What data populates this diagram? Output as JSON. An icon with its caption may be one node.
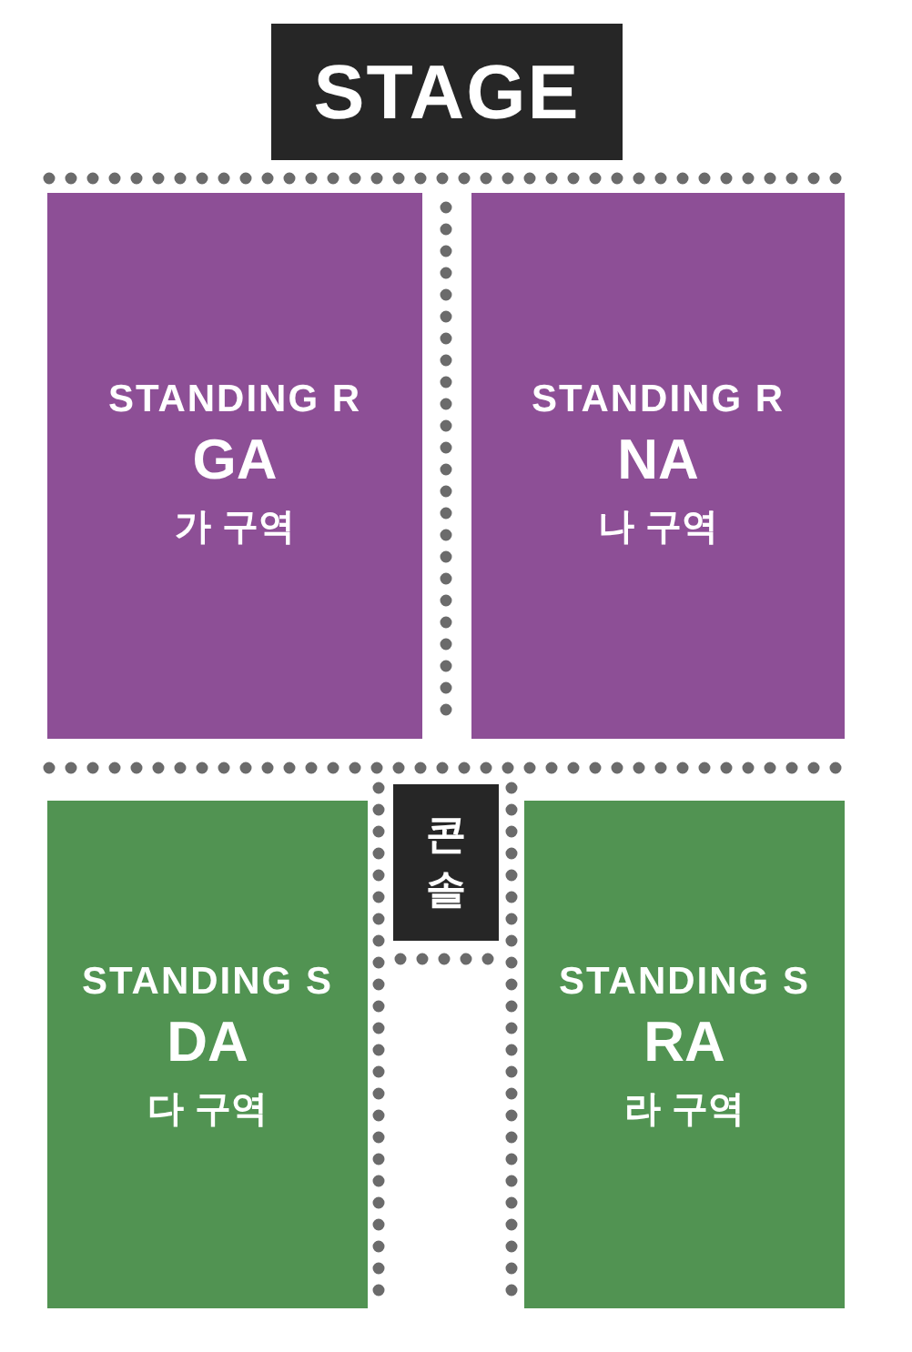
{
  "diagram": {
    "nodes": [
      {
        "text": [
          "STAGE"
        ]
      },
      {
        "text": [
          "STANDING R",
          "GA",
          "가 구역"
        ]
      },
      {
        "text": [
          "STANDING R",
          "NA",
          "나 구역"
        ]
      },
      {
        "text": [
          "콘솔"
        ]
      },
      {
        "text": [
          "STANDING S",
          "DA",
          "다 구역"
        ]
      },
      {
        "text": [
          "STANDING S",
          "RA",
          "라 구역"
        ]
      }
    ]
  }
}
